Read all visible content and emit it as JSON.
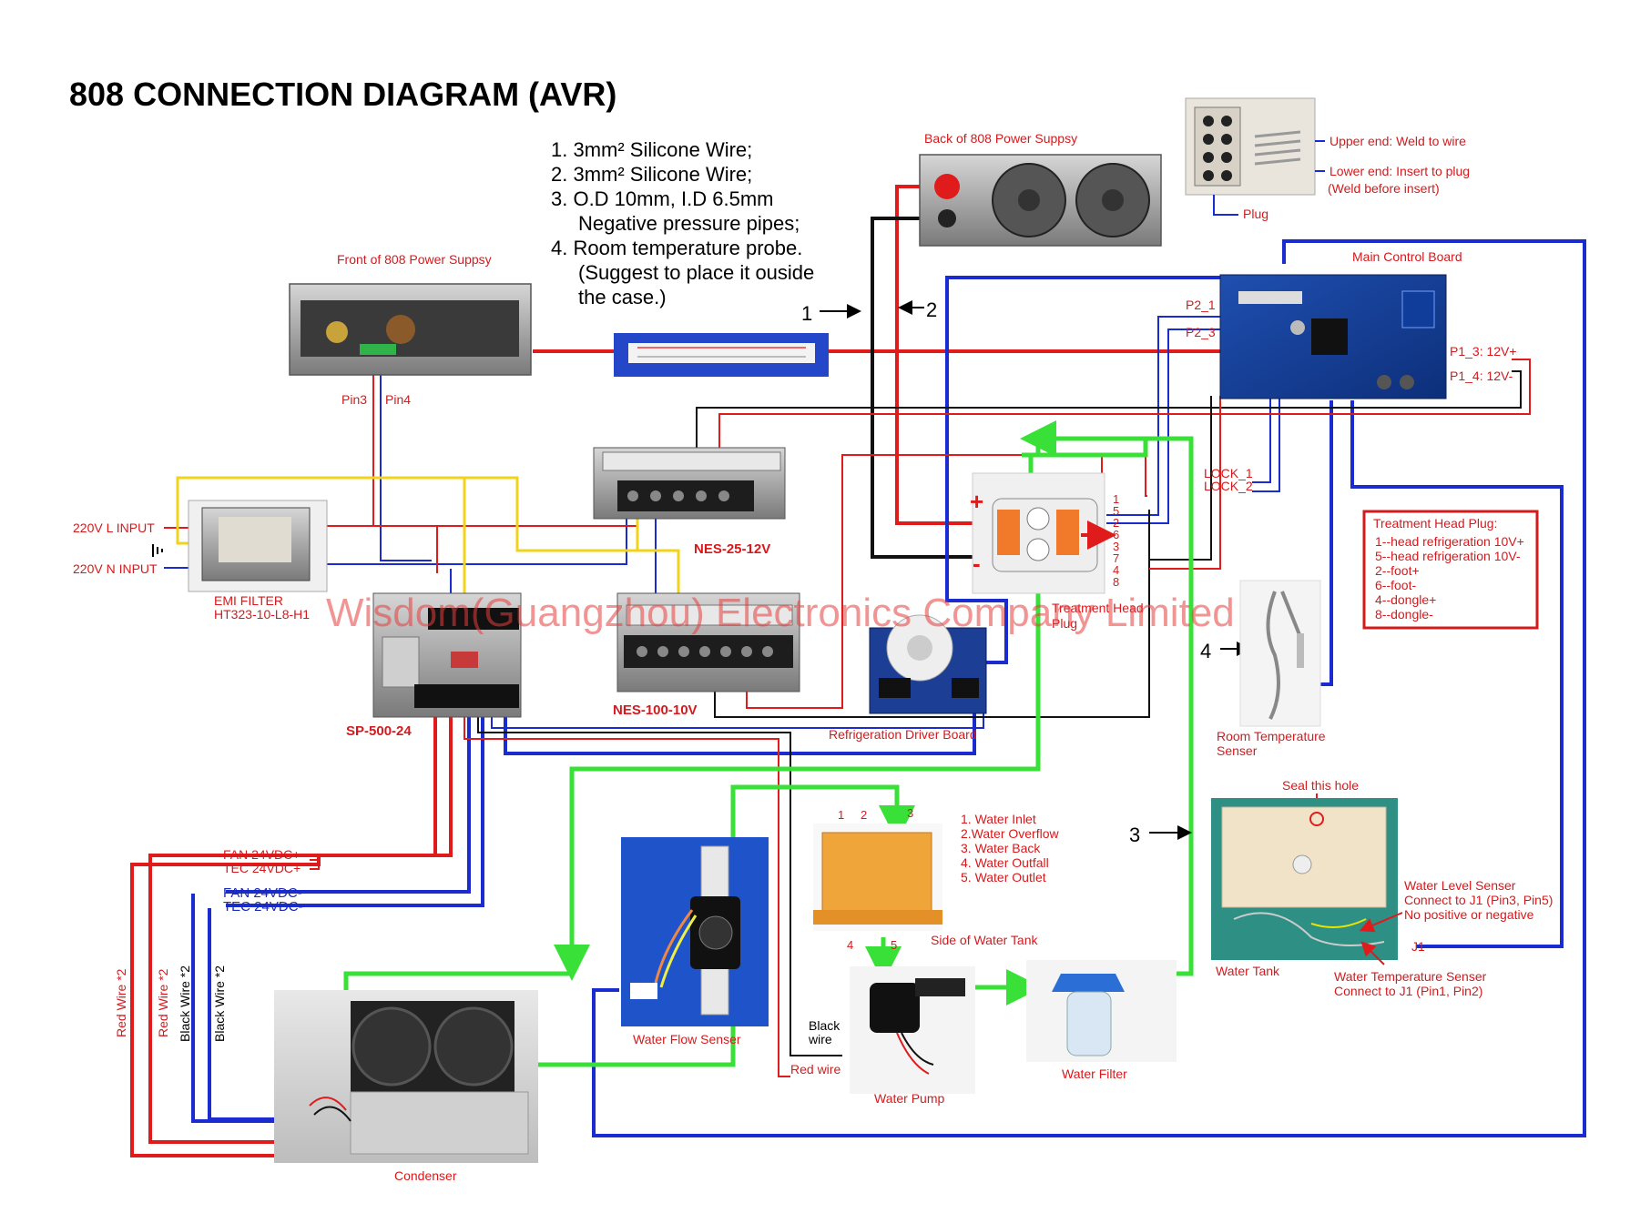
{
  "title": "808 CONNECTION DIAGRAM (AVR)",
  "notes": [
    "1. 3mm² Silicone Wire;",
    "2. 3mm² Silicone Wire;",
    "3. O.D 10mm, I.D 6.5mm",
    "Negative pressure pipes;",
    "4. Room temperature probe.",
    "(Suggest to place it ouside",
    "the case.)"
  ],
  "components": {
    "front_psu": "Front of 808 Power Suppsy",
    "back_psu": "Back of 808 Power Suppsy",
    "main_board": "Main Control Board",
    "emi_filter": "EMI FILTER",
    "emi_model": "HT323-10-L8-H1",
    "nes25": "NES-25-12V",
    "nes100": "NES-100-10V",
    "sp500": "SP-500-24",
    "refrig_board": "Refrigeration Driver Board",
    "th_plug_1": "Treatment Head",
    "th_plug_2": "Plug",
    "room_temp_1": "Room Temperature",
    "room_temp_2": "Senser",
    "water_tank": "Water Tank",
    "water_tank_side": "Side of Water Tank",
    "water_flow": "Water Flow Senser",
    "water_pump": "Water Pump",
    "water_filter": "Water Filter",
    "condenser": "Condenser",
    "plug": "Plug"
  },
  "labels": {
    "pin3": "Pin3",
    "pin4": "Pin4",
    "l_input": "220V L INPUT",
    "n_input": "220V N INPUT",
    "p2_1": "P2_1",
    "p2_3": "P2_3",
    "p1_3": "P1_3: 12V+",
    "p1_4": "P1_4: 12V-",
    "lock1": "LOCK_1",
    "lock2": "LOCK_2",
    "upper_end": "Upper end: Weld to wire",
    "lower_end": "Lower end: Insert to plug",
    "weld_before": "(Weld before insert)",
    "seal_hole": "Seal this hole",
    "water_level_1": "Water Level Senser",
    "water_level_2": "Connect to J1 (Pin3, Pin5)",
    "water_level_3": "No positive or negative",
    "j1": "J1",
    "water_temp_1": "Water Temperature Senser",
    "water_temp_2": "Connect to J1 (Pin1, Pin2)",
    "fan_pos": "FAN 24VDC+",
    "tec_pos": "TEC 24VDC+",
    "fan_neg": "FAN 24VDC-",
    "tec_neg": "TEC 24VDC-",
    "red_wire_2a": "Red Wire *2",
    "red_wire_2b": "Red Wire *2",
    "black_wire_2a": "Black Wire *2",
    "black_wire_2b": "Black Wire *2",
    "black_wire_1": "Black",
    "black_wire_2": "wire",
    "red_wire": "Red wire",
    "arrow_1": "1",
    "arrow_2": "2",
    "arrow_3": "3",
    "arrow_4": "4",
    "plus": "+",
    "minus": "-",
    "tank_pipes": [
      "1",
      "2",
      "3",
      "4",
      "5"
    ],
    "th_pins": [
      "1",
      "5",
      "2",
      "6",
      "3",
      "7",
      "4",
      "8"
    ]
  },
  "water_tank_legend": [
    "1. Water Inlet",
    "2.Water Overflow",
    "3. Water Back",
    "4. Water Outfall",
    "5. Water Outlet"
  ],
  "th_plug_legend": {
    "title": "Treatment Head Plug:",
    "items": [
      "1--head refrigeration 10V+",
      "5--head refrigeration 10V-",
      "2--foot+",
      "6--foot-",
      "4--dongle+",
      "8--dongle-"
    ]
  },
  "watermark": "Wisdom(Guangzhou) Electronics Company Limited",
  "colors": {
    "red_wire": "#e01b1b",
    "blue_wire": "#1a2bd0",
    "black_wire": "#111111",
    "yellow_wire": "#f2d31b",
    "water_pipe": "#38e038",
    "label_red": "#d7191c",
    "label_blue": "#1a2bb4"
  }
}
